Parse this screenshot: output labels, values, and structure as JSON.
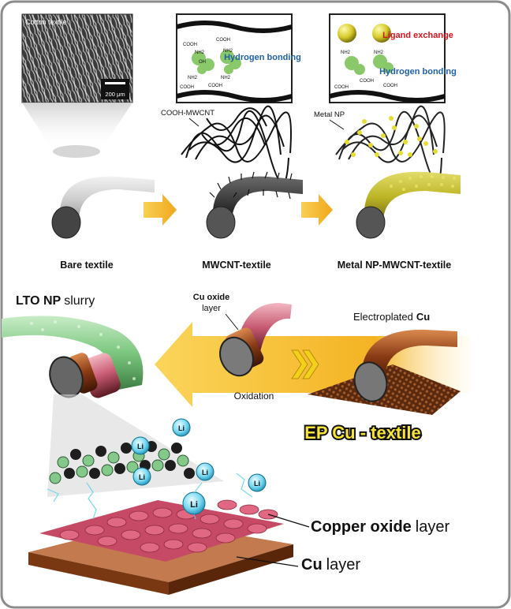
{
  "sem": {
    "label": "Cotton textile",
    "scale": "200 μm"
  },
  "panels": {
    "hb1": "Hydrogen bonding",
    "hb2": "Hydrogen bonding",
    "ligand": "Ligand exchange",
    "cooh": "COOH",
    "nh2": "NH2",
    "oh": "OH"
  },
  "callouts": {
    "mwcnt": "COOH-MWCNT",
    "metal_np": "Metal NP"
  },
  "stage_labels": {
    "bare": "Bare textile",
    "mwcnt": "MWCNT-textile",
    "metal": "Metal NP-MWCNT-textile"
  },
  "middle": {
    "lto_bold": "LTO NP",
    "lto_rest": "slurry",
    "cu_oxide_1": "Cu oxide",
    "cu_oxide_2": "layer",
    "electroplated": "Electroplated",
    "cu": "Cu",
    "oxidation": "Oxidation",
    "ep_textile": "EP Cu - textile"
  },
  "bottom": {
    "li_ion": "Li",
    "copper_oxide_bold": "Copper oxide",
    "copper_oxide_rest": "layer",
    "cu_bold": "Cu",
    "cu_rest": "layer"
  },
  "colors": {
    "arrow": "#f4b323",
    "ep_label": "#f7e436",
    "ligand_red": "#d8121b",
    "hb_blue": "#1f5fa8",
    "copper": "#8a3b14",
    "oxide_pink": "#d5506f",
    "lto_green": "#7cc77f",
    "np_yellow": "#c9c12a"
  }
}
